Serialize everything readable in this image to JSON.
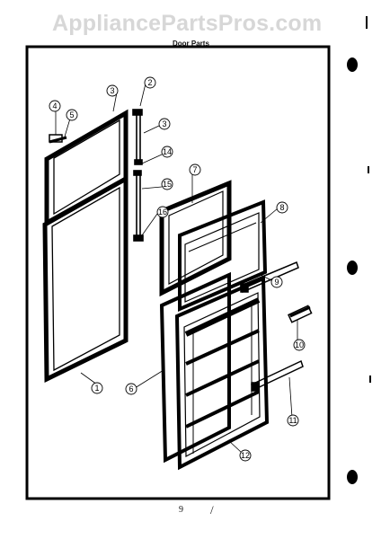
{
  "watermark": "AppliancePartsPros.com",
  "header": {
    "label": "Door Parts"
  },
  "callouts": [
    "1",
    "2",
    "3",
    "4",
    "5",
    "3",
    "14",
    "15",
    "16",
    "7",
    "8",
    "9",
    "6",
    "10",
    "11",
    "12"
  ],
  "footer": {
    "left": "9",
    "right": "/"
  },
  "colors": {
    "line": "#000000",
    "watermark": "#d7d7d7",
    "background": "#ffffff"
  }
}
